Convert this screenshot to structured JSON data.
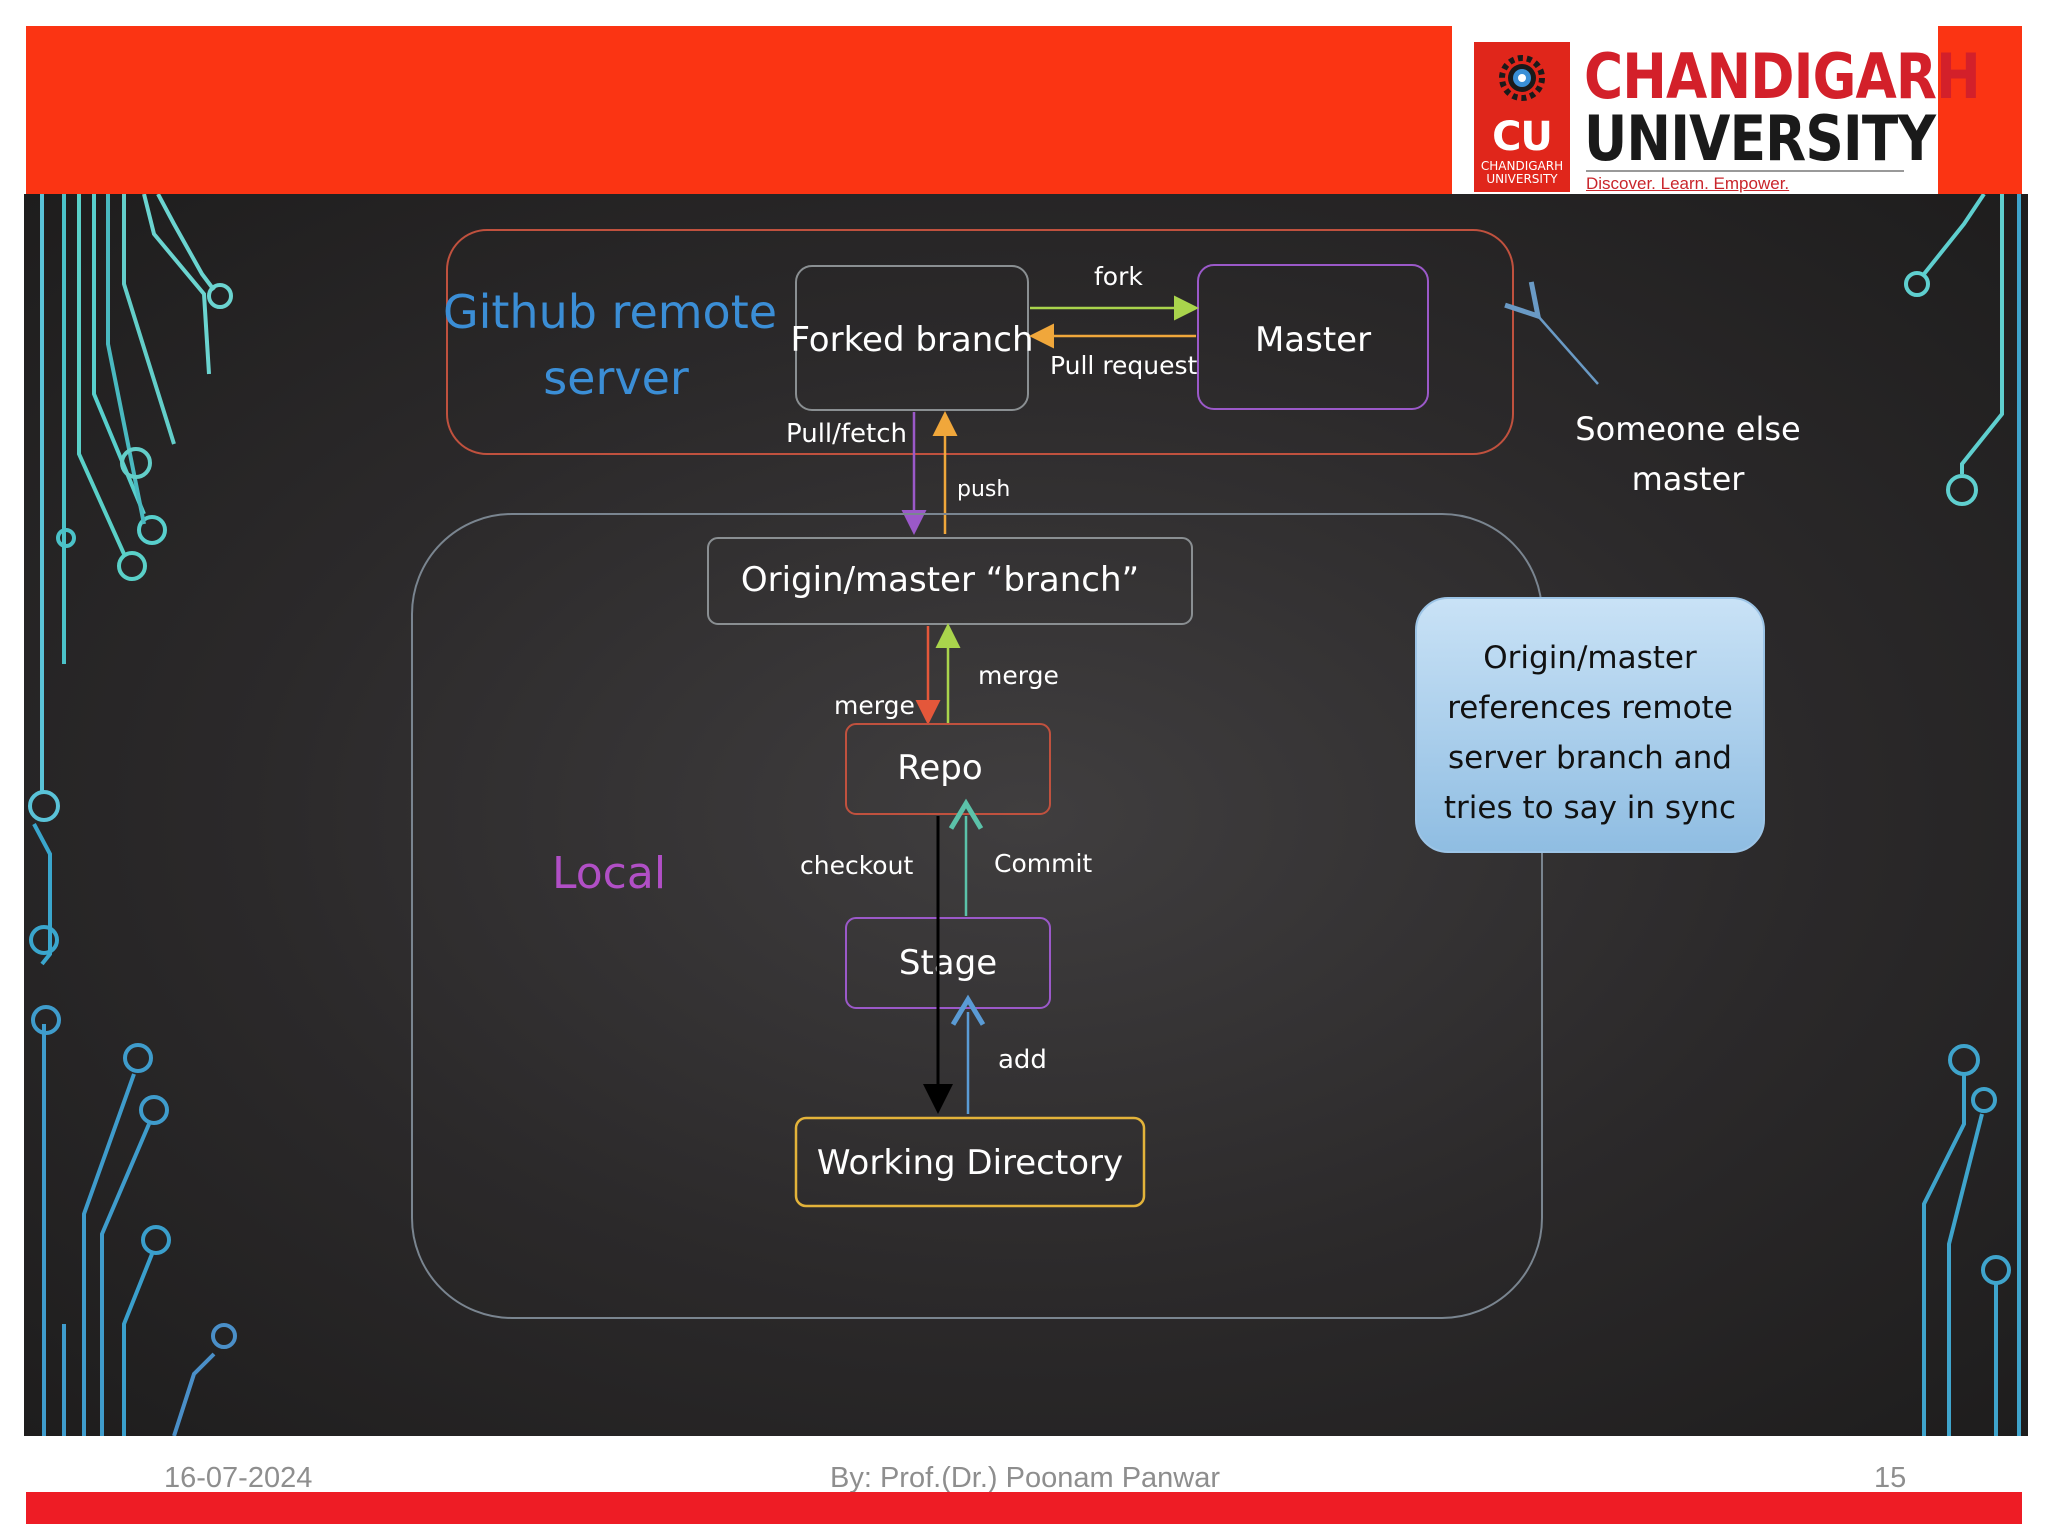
{
  "header": {
    "logo_emblem_text": "CU",
    "logo_emblem_subtext": "CHANDIGARH UNIVERSITY",
    "logo_title_line1": "CHANDIGARH",
    "logo_title_line2": "UNIVERSITY",
    "logo_tagline": "Discover. Learn. Empower.",
    "banner_color": "#fb3413"
  },
  "diagram": {
    "github_label_line1": "Github remote",
    "github_label_line2": "server",
    "local_label": "Local",
    "nodes": {
      "forked_branch": "Forked branch",
      "master": "Master",
      "origin_master": "Origin/master “branch”",
      "repo": "Repo",
      "stage": "Stage",
      "working_directory": "Working Directory"
    },
    "edges": {
      "fork": "fork",
      "pull_request": "Pull request",
      "pull_fetch": "Pull/fetch",
      "push": "push",
      "merge_left": "merge",
      "merge_right": "merge",
      "checkout": "checkout",
      "commit": "Commit",
      "add": "add"
    },
    "annotation_line1": "Someone else",
    "annotation_line2": "master",
    "callout_lines": [
      "Origin/master",
      "references remote",
      "server branch and",
      "tries to say in sync"
    ]
  },
  "footer": {
    "date": "16-07-2024",
    "author": "By: Prof.(Dr.) Poonam Panwar",
    "page_number": "15"
  }
}
